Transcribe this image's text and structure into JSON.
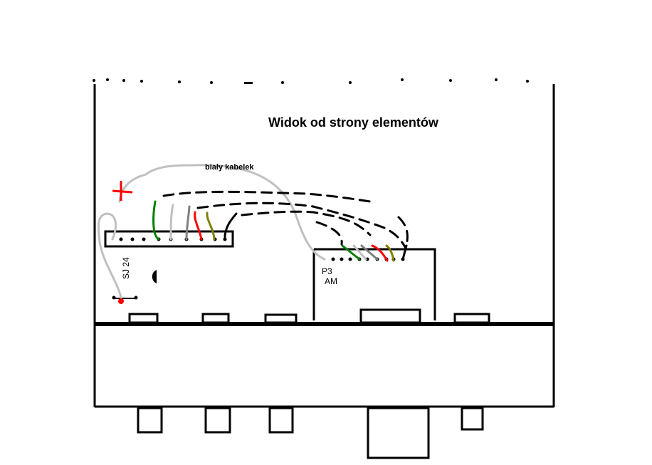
{
  "title": "Widok od strony elementów",
  "cable_label": "biały kabelek",
  "component_label": "SJ 24",
  "connector_label_1": "P3",
  "connector_label_2": "AM",
  "colors": {
    "green": "#008000",
    "white_wire": "#c0c0c0",
    "gray": "#808080",
    "red": "#ff0000",
    "olive": "#808000",
    "black": "#000000"
  }
}
